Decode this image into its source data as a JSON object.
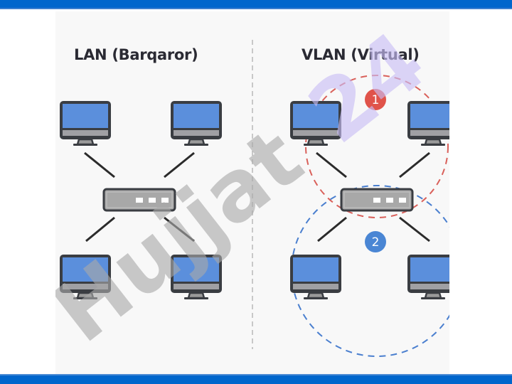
{
  "frame": {
    "accent_color": "#0066cc",
    "panel_color": "#f8f8f8"
  },
  "lan": {
    "title": "LAN (Barqaror)",
    "devices": [
      {
        "type": "computer",
        "position": "top-left"
      },
      {
        "type": "computer",
        "position": "top-right"
      },
      {
        "type": "computer",
        "position": "bottom-left"
      },
      {
        "type": "computer",
        "position": "bottom-right"
      }
    ],
    "switch": {
      "type": "switch",
      "port_count": 3
    }
  },
  "vlan": {
    "title": "VLAN (Virtual)",
    "devices": [
      {
        "type": "computer",
        "position": "top-left",
        "vlan": 1
      },
      {
        "type": "computer",
        "position": "top-right",
        "vlan": 1
      },
      {
        "type": "computer",
        "position": "bottom-left",
        "vlan": 2
      },
      {
        "type": "computer",
        "position": "bottom-right",
        "vlan": 2
      }
    ],
    "switch": {
      "type": "switch",
      "port_count": 3
    },
    "groups": [
      {
        "label": "1",
        "color": "#d9534f",
        "boundary": "dashed-red-circle"
      },
      {
        "label": "2",
        "color": "#4a86d4",
        "boundary": "dashed-blue-circle"
      }
    ]
  },
  "colors": {
    "screen": "#5b8fdc",
    "bezel": "#3a3d42",
    "stand": "#9a9a9a",
    "switch_body": "#a8a8a8",
    "cable": "#2b2b2b",
    "divider": "#b8b8b8"
  },
  "watermark": {
    "text_main": "Hujjat",
    "text_suffix": "24",
    "main_color": "#a9a9a9",
    "suffix_color": "#c9bdf5"
  }
}
